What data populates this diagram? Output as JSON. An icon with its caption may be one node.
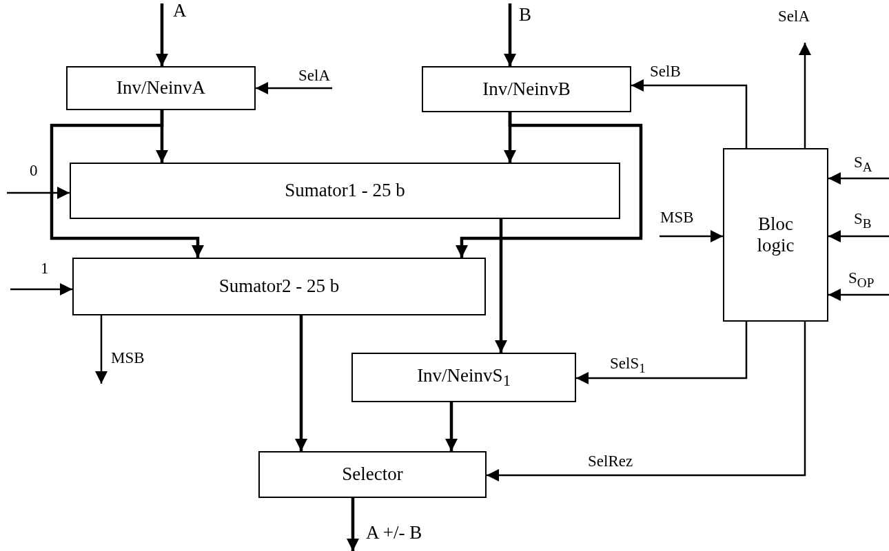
{
  "diagram": {
    "nodes": [
      {
        "text": [
          "Inv/NeinvA"
        ]
      },
      {
        "text": [
          "Inv/NeinvB"
        ]
      },
      {
        "text": [
          "Sumator1 - 25 b"
        ]
      },
      {
        "text": [
          "Sumator2 - 25 b"
        ]
      },
      {
        "text": [
          "Bloc logic"
        ]
      },
      {
        "text": [
          "Inv/NeinvS$_{1}$"
        ]
      },
      {
        "text": [
          "Selector"
        ]
      }
    ],
    "edges": [
      {
        "from": null,
        "to": 0,
        "arrow": "to",
        "label": "A",
        "style": "thick"
      },
      {
        "from": null,
        "to": 0,
        "arrow": "to",
        "label": "SelA"
      },
      {
        "from": null,
        "to": 1,
        "arrow": "to",
        "label": "B",
        "style": "thick"
      },
      {
        "from": 4,
        "to": 1,
        "arrow": "to",
        "label": "SelB"
      },
      {
        "from": 4,
        "to": null,
        "arrow": "to",
        "label": "SelA"
      },
      {
        "from": 0,
        "to": 2,
        "arrow": "to",
        "style": "thick"
      },
      {
        "from": 0,
        "to": 3,
        "arrow": "to",
        "style": "thick"
      },
      {
        "from": 1,
        "to": 2,
        "arrow": "to",
        "style": "thick"
      },
      {
        "from": 1,
        "to": 3,
        "arrow": "to",
        "style": "thick"
      },
      {
        "from": null,
        "to": 2,
        "arrow": "to",
        "label": "0"
      },
      {
        "from": null,
        "to": 3,
        "arrow": "to",
        "label": "1"
      },
      {
        "from": 2,
        "to": 5,
        "arrow": "to",
        "style": "thick"
      },
      {
        "from": 3,
        "to": null,
        "arrow": "to",
        "label": "MSB"
      },
      {
        "from": 3,
        "to": 6,
        "arrow": "to",
        "style": "thick"
      },
      {
        "from": 5,
        "to": 6,
        "arrow": "to",
        "style": "thick"
      },
      {
        "from": null,
        "to": 4,
        "arrow": "to",
        "label": "MSB"
      },
      {
        "from": null,
        "to": 4,
        "arrow": "to",
        "label": "S$_{A}$"
      },
      {
        "from": null,
        "to": 4,
        "arrow": "to",
        "label": "S$_{B}$"
      },
      {
        "from": null,
        "to": 4,
        "arrow": "to",
        "label": "S$_{OP}$"
      },
      {
        "from": 4,
        "to": 5,
        "arrow": "to",
        "label": "SelS$_{1}$"
      },
      {
        "from": 4,
        "to": 6,
        "arrow": "to",
        "label": "SelRez"
      },
      {
        "from": 6,
        "to": null,
        "arrow": "to",
        "label": "A +/- B",
        "style": "thick"
      }
    ]
  }
}
